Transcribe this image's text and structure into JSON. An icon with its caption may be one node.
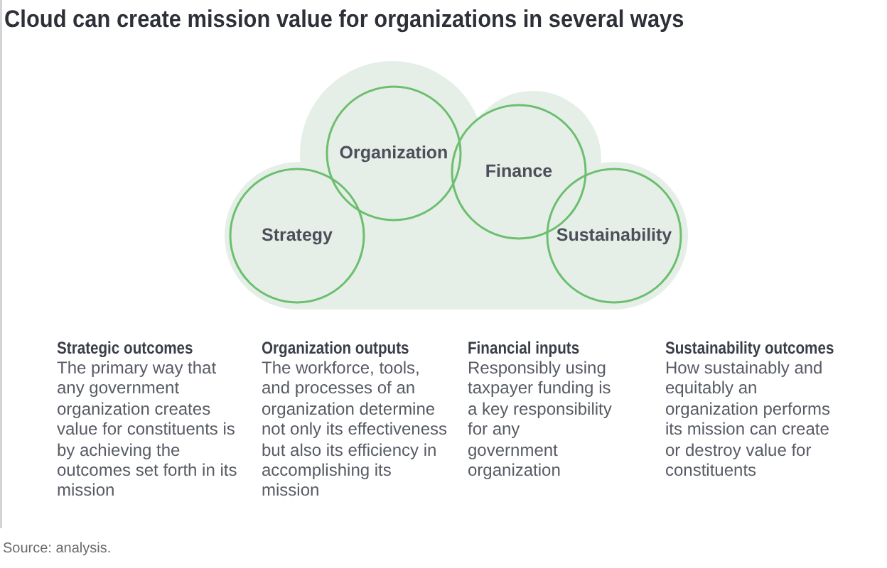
{
  "diagram": {
    "title": "Cloud can create mission value for organizations in several ways",
    "nodes": [
      {
        "text": [],
        "shape": "cloud"
      },
      {
        "text": [
          "Strategy"
        ],
        "in": 0
      },
      {
        "text": [
          "Organization"
        ],
        "in": 0
      },
      {
        "text": [
          "Finance"
        ],
        "in": 0
      },
      {
        "text": [
          "Sustainability"
        ],
        "in": 0
      }
    ],
    "labels": [
      "Strategic outcomes",
      "The primary way that any government organization creates value for constituents is by achieving the outcomes set forth in its mission",
      "Organization outputs",
      "The workforce, tools, and processes of an organization determine not only its effectiveness but also its efficiency in accomplishing its mission",
      "Financial inputs",
      "Responsibly using taxpayer funding is a key responsibility for any government organization",
      "Sustainability outcomes",
      "How sustainably and equitably an organization performs its mission can create or destroy value for constituents",
      "Source: analysis."
    ]
  }
}
